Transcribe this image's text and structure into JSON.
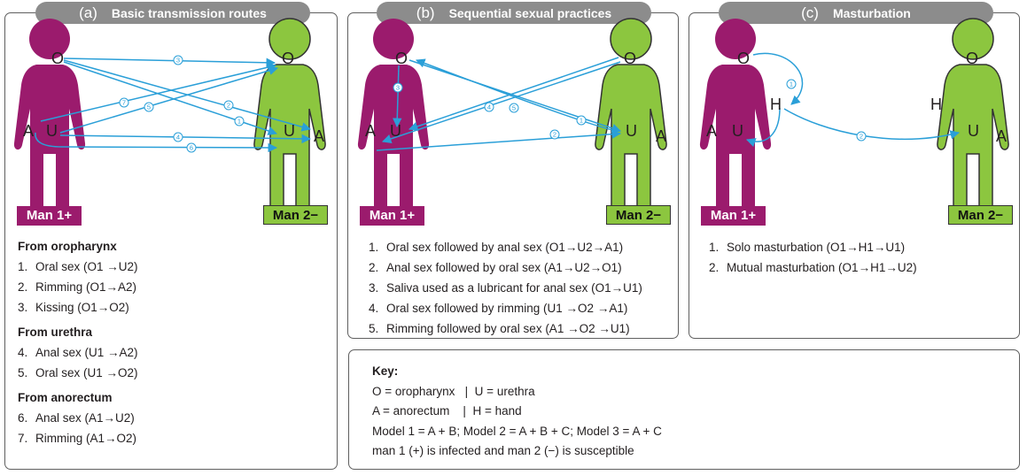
{
  "colors": {
    "man1": "#9b1b6d",
    "man2": "#8cc63f",
    "arrow": "#2a9fd8",
    "header": "#8c8c8c"
  },
  "panel_a": {
    "letter": "(a)",
    "title": "Basic transmission routes",
    "man1": "Man 1+",
    "man2": "Man 2−",
    "labels": {
      "o1": "O",
      "u1": "U",
      "a1": "A",
      "o2": "O",
      "u2": "U",
      "a2": "A"
    },
    "arrows": [
      "1",
      "2",
      "3",
      "4",
      "5",
      "6",
      "7"
    ],
    "groups": [
      {
        "heading": "From oropharynx",
        "items": [
          {
            "n": "1.",
            "t": "Oral sex (O1 →U2)"
          },
          {
            "n": "2.",
            "t": "Rimming (O1→A2)"
          },
          {
            "n": "3.",
            "t": "Kissing (O1→O2)"
          }
        ]
      },
      {
        "heading": "From urethra",
        "items": [
          {
            "n": "4.",
            "t": "Anal sex (U1 →A2)"
          },
          {
            "n": "5.",
            "t": "Oral sex (U1 →O2)"
          }
        ]
      },
      {
        "heading": "From anorectum",
        "items": [
          {
            "n": "6.",
            "t": "Anal sex (A1→U2)"
          },
          {
            "n": "7.",
            "t": "Rimming (A1→O2)"
          }
        ]
      }
    ]
  },
  "panel_b": {
    "letter": "(b)",
    "title": "Sequential sexual practices",
    "man1": "Man 1+",
    "man2": "Man 2−",
    "labels": {
      "o1": "O",
      "u1": "U",
      "a1": "A",
      "o2": "O",
      "u2": "U",
      "a2": "A"
    },
    "arrows": [
      "1",
      "2",
      "3",
      "4",
      "5"
    ],
    "items": [
      {
        "n": "1.",
        "t": "Oral sex followed by anal sex (O1→U2→A1)"
      },
      {
        "n": "2.",
        "t": "Anal sex followed by oral sex (A1→U2→O1)"
      },
      {
        "n": "3.",
        "t": "Saliva used as a lubricant for anal sex (O1→U1)"
      },
      {
        "n": "4.",
        "t": "Oral sex followed by rimming (U1 →O2 →A1)"
      },
      {
        "n": "5.",
        "t": "Rimming followed by oral sex (A1 →O2 →U1)"
      }
    ]
  },
  "panel_c": {
    "letter": "(c)",
    "title": "Masturbation",
    "man1": "Man 1+",
    "man2": "Man 2−",
    "labels": {
      "o1": "O",
      "u1": "U",
      "a1": "A",
      "h1": "H",
      "o2": "O",
      "u2": "U",
      "a2": "A",
      "h2": "H"
    },
    "arrows": [
      "1",
      "2"
    ],
    "items": [
      {
        "n": "1.",
        "t": "Solo masturbation (O1→H1→U1)"
      },
      {
        "n": "2.",
        "t": "Mutual masturbation (O1→H1→U2)"
      }
    ]
  },
  "key": {
    "title": "Key:",
    "lines": [
      "O = oropharynx   |  U = urethra",
      "A = anorectum    |  H = hand",
      "Model 1 = A + B; Model 2 = A + B + C; Model 3 = A + C",
      "man 1 (+) is infected and man 2 (−) is susceptible"
    ]
  }
}
